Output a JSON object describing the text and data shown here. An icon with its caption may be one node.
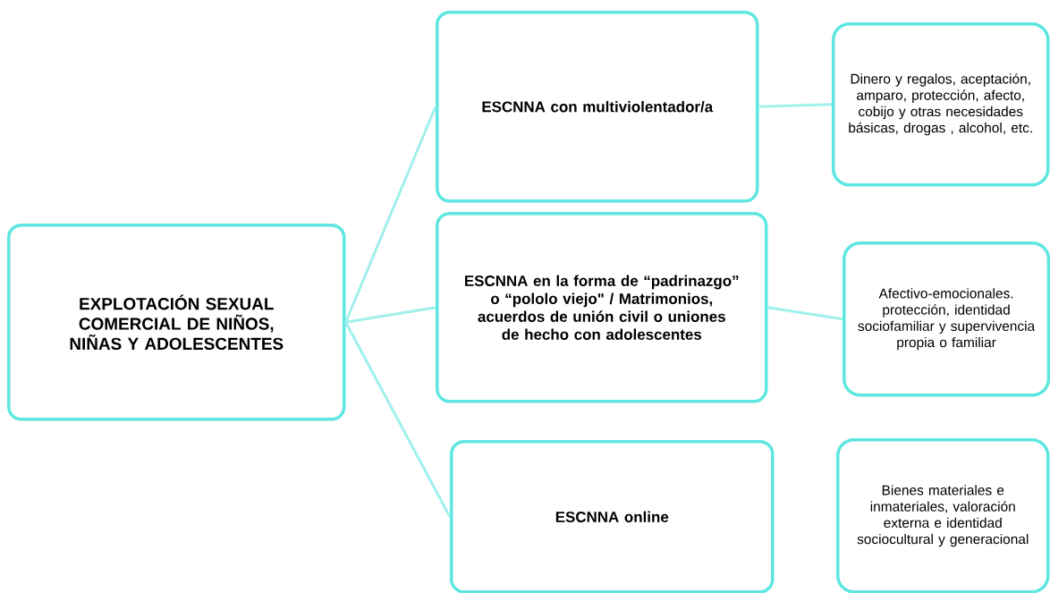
{
  "diagram": {
    "nodes": [
      {
        "text": [
          "EXPLOTACIÓN SEXUAL COMERCIAL DE NIÑOS, NIÑAS Y ADOLESCENTES"
        ]
      },
      {
        "text": [
          "ESCNNA con multiviolentador/a"
        ]
      },
      {
        "text": [
          "ESCNNA en la forma de “padrinazgo” o “pololo viejo\" / Matrimonios, acuerdos de unión civil o uniones de hecho con adolescentes"
        ]
      },
      {
        "text": [
          "ESCNNA online"
        ]
      },
      {
        "text": [
          "Dinero y regalos, aceptación, amparo, protección, afecto, cobijo y otras necesidades básicas, drogas , alcohol,  etc."
        ]
      },
      {
        "text": [
          "Afectivo-emocionales. protección, identidad sociofamiliar y supervivencia propia o familiar"
        ]
      },
      {
        "text": [
          "Bienes materiales e inmateriales, valoración externa e identidad sociocultural  y generacional"
        ]
      }
    ],
    "edges": [
      {
        "from": 0,
        "to": 1,
        "arrow": "none"
      },
      {
        "from": 0,
        "to": 2,
        "arrow": "none"
      },
      {
        "from": 0,
        "to": 3,
        "arrow": "none"
      },
      {
        "from": 1,
        "to": 4,
        "arrow": "none"
      },
      {
        "from": 2,
        "to": 5,
        "arrow": "none"
      }
    ]
  }
}
